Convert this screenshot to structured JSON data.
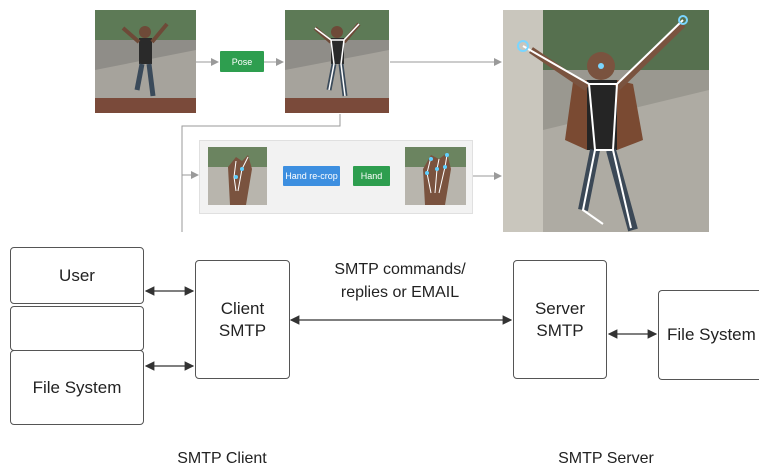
{
  "pipeline": {
    "pose_label": "Pose",
    "hand_recrop_label": "Hand re-crop",
    "hand_label": "Hand"
  },
  "smtp": {
    "user_label": "User",
    "file_system_left_label": "File System",
    "client_label_line1": "Client",
    "client_label_line2": "SMTP",
    "commands_line1": "SMTP commands/",
    "commands_line2": "replies or EMAIL",
    "server_label_line1": "Server",
    "server_label_line2": "SMTP",
    "file_system_right_label": "File System",
    "client_caption": "SMTP Client",
    "server_caption": "SMTP Server"
  },
  "colors": {
    "pose_tag": "#2e9e4f",
    "hand_recrop_tag": "#3d8fe0",
    "hand_tag": "#2e9e4f",
    "line": "#555555"
  }
}
